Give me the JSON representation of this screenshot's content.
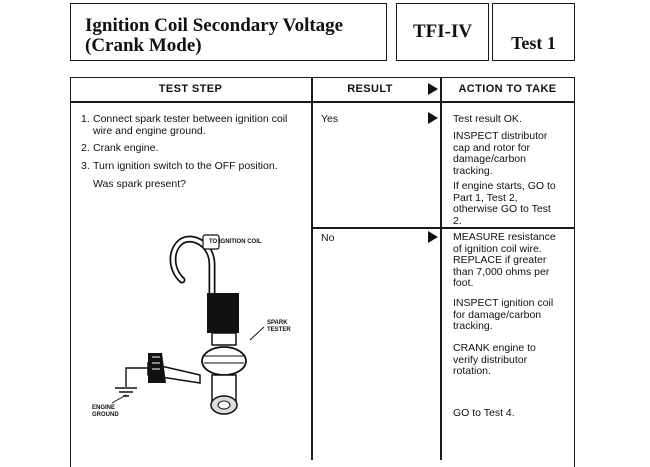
{
  "header": {
    "title_line1": "Ignition Coil Secondary Voltage",
    "title_line2": "(Crank Mode)",
    "system": "TFI-IV",
    "test": "Test 1"
  },
  "columns": {
    "test_step": "TEST STEP",
    "result": "RESULT",
    "action": "ACTION TO TAKE"
  },
  "steps": [
    {
      "num": "1.",
      "line1": "Connect spark tester between ignition coil",
      "line2": "wire and engine ground."
    },
    {
      "num": "2.",
      "line1": "Crank engine."
    },
    {
      "num": "3.",
      "line1": "Turn ignition switch to the OFF position."
    }
  ],
  "question": "Was spark present?",
  "results": {
    "yes": "Yes",
    "no": "No"
  },
  "actions_yes": {
    "a1": "Test result OK.",
    "a2": [
      "INSPECT distributor",
      "cap and rotor for",
      "damage/carbon",
      "tracking."
    ],
    "a3": [
      "If engine starts, GO to",
      "Part 1, Test 2,",
      "otherwise GO to Test",
      "2."
    ]
  },
  "actions_no": {
    "a1": [
      "MEASURE resistance",
      "of ignition coil wire.",
      "REPLACE if greater",
      "than 7,000 ohms per",
      "foot."
    ],
    "a2": [
      "INSPECT ignition coil",
      "for damage/carbon",
      "tracking."
    ],
    "a3": [
      "CRANK engine to",
      "verify distributor",
      "rotation."
    ],
    "a4": "GO to Test 4."
  },
  "diagram": {
    "to_coil": "TO IGNITION COIL",
    "spark_tester_1": "SPARK",
    "spark_tester_2": "TESTER",
    "engine_ground_1": "ENGINE",
    "engine_ground_2": "GROUND"
  }
}
